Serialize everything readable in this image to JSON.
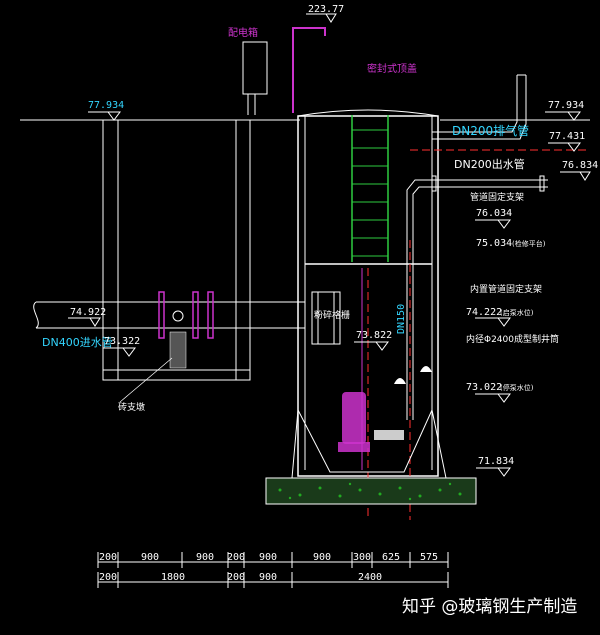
{
  "labels": {
    "elevation_top": "223.77",
    "control_box": "配电箱",
    "sealed_cover": "密封式顶盖",
    "ground_left": "77.934",
    "ground_right": "77.934",
    "discharge_pipe": "DN200排气管",
    "discharge_elev": "77.431",
    "outlet_pipe": "DN200出水管",
    "outlet_elev": "76.834",
    "pipe_support": "管道固定支架",
    "support_elev": "76.034",
    "platform_elev": "75.034",
    "platform_note": "(检修平台)",
    "inlet_elev": "74.922",
    "inlet_pipe": "DN400进水管",
    "inlet_bottom_elev": "73.322",
    "grille": "粉碎格栅",
    "grille_elev": "73.822",
    "riser": "DN150",
    "inner_support": "内置管道固定支架",
    "float_elev_1": "74.222",
    "float_note_1": "(启泵水位)",
    "barrel": "内径Φ2400成型制井筒",
    "float_elev_2": "73.022",
    "float_note_2": "(停泵水位)",
    "base_elev": "71.834",
    "pedestal": "砖支墩"
  },
  "dimensions": {
    "row1": [
      "200",
      "900",
      "900",
      "200",
      "900",
      "900",
      "300",
      "625",
      "575"
    ],
    "row2": [
      "200",
      "1800",
      "200",
      "900",
      "2400"
    ]
  },
  "watermark": "知乎 @玻璃钢生产制造",
  "colors": {
    "background": "#000000",
    "wall": "#ffffff",
    "ladder": "#2ecc40",
    "magenta": "#cc33cc",
    "red_dash": "#ff3030",
    "cyan_text": "#33d6ff",
    "yellow_text": "#ffee44",
    "base": "#dddddd",
    "gravel": "#22aa22"
  }
}
